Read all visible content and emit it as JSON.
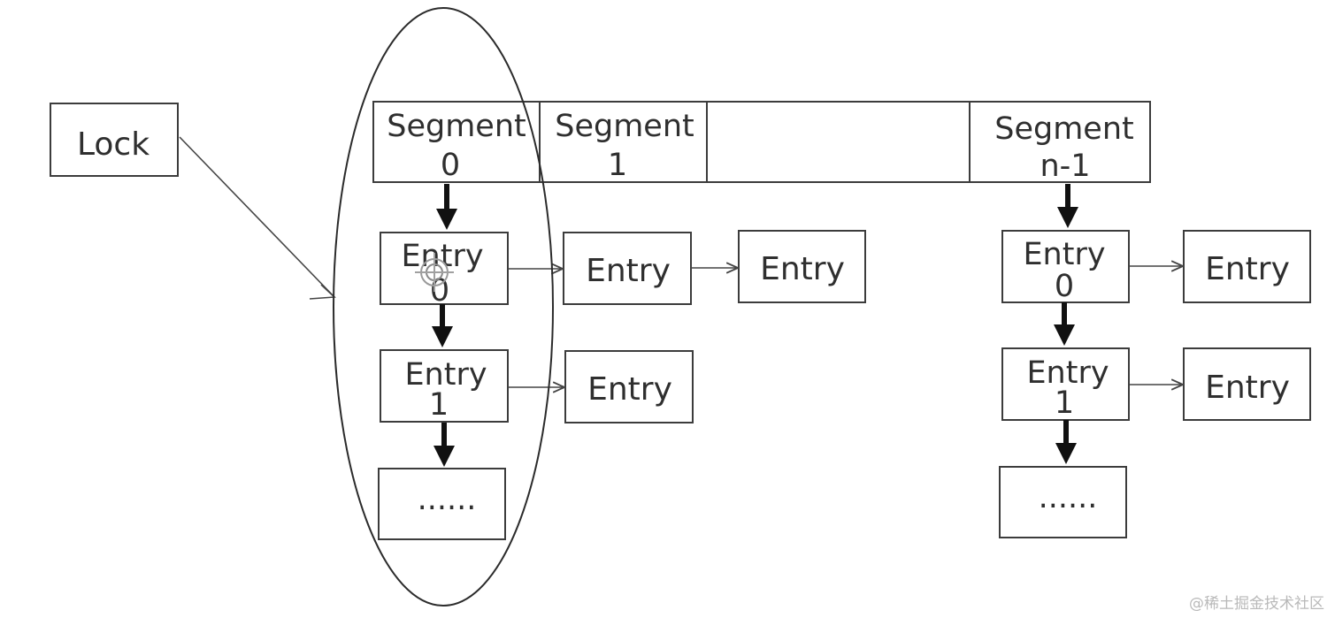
{
  "lock": {
    "label": "Lock"
  },
  "segments": [
    {
      "line1": "Segment",
      "line2": "0"
    },
    {
      "line1": "Segment",
      "line2": "1"
    },
    {
      "line1": "",
      "line2": ""
    },
    {
      "line1": "Segment",
      "line2": "n-1"
    }
  ],
  "left_chain": {
    "entry0": {
      "line1": "Entry",
      "line2": "0"
    },
    "entry0_next1": "Entry",
    "entry0_next2": "Entry",
    "entry1": {
      "line1": "Entry",
      "line2": "1"
    },
    "entry1_next1": "Entry",
    "more": "......"
  },
  "right_chain": {
    "entry0": {
      "line1": "Entry",
      "line2": "0"
    },
    "entry0_next1": "Entry",
    "entry1": {
      "line1": "Entry",
      "line2": "1"
    },
    "entry1_next1": "Entry",
    "more": "......"
  },
  "watermark": "@稀土掘金技术社区"
}
